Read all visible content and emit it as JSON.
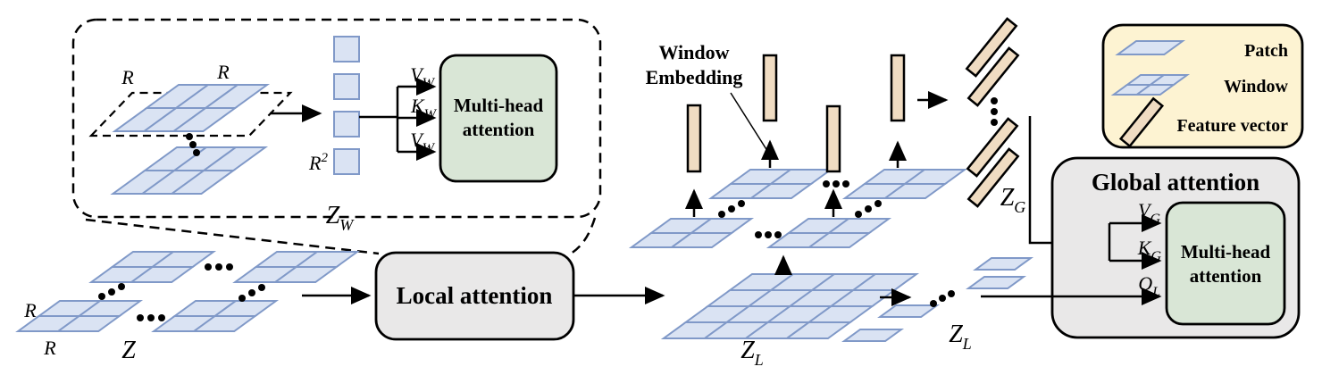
{
  "colors": {
    "patch_fill": "#dae3f3",
    "patch_stroke": "#8099c8",
    "bar_fill": "#f0dcc2",
    "green_fill": "#d9e6d6",
    "gray_fill": "#e9e8e8",
    "legend_fill": "#fdf3d2",
    "line": "#000000"
  },
  "callout": {
    "r_left": "R",
    "r_top": "R",
    "r_squared": {
      "base": "R",
      "exp": "2"
    },
    "z_w": {
      "base": "Z",
      "sub": "W"
    },
    "inputs": [
      {
        "base": "V",
        "sub": "W"
      },
      {
        "base": "K",
        "sub": "W"
      },
      {
        "base": "V",
        "sub": "W"
      }
    ],
    "mha": {
      "line1": "Multi-head",
      "line2": "attention"
    }
  },
  "source": {
    "r_left": "R",
    "r_bottom": "R",
    "z": "Z"
  },
  "local_box": {
    "label": "Local attention"
  },
  "window_embedding": {
    "line1": "Window",
    "line2": "Embedding"
  },
  "z_l_main": {
    "base": "Z",
    "sub": "L"
  },
  "z_l_flat": {
    "base": "Z",
    "sub": "L"
  },
  "z_g": {
    "base": "Z",
    "sub": "G"
  },
  "global_box": {
    "title": "Global attention",
    "inputs": [
      {
        "base": "V",
        "sub": "G"
      },
      {
        "base": "K",
        "sub": "G"
      },
      {
        "base": "Q",
        "sub": "L"
      }
    ],
    "mha": {
      "line1": "Multi-head",
      "line2": "attention"
    }
  },
  "legend": {
    "items": [
      {
        "label": "Patch"
      },
      {
        "label": "Window"
      },
      {
        "label": "Feature vector"
      }
    ]
  }
}
